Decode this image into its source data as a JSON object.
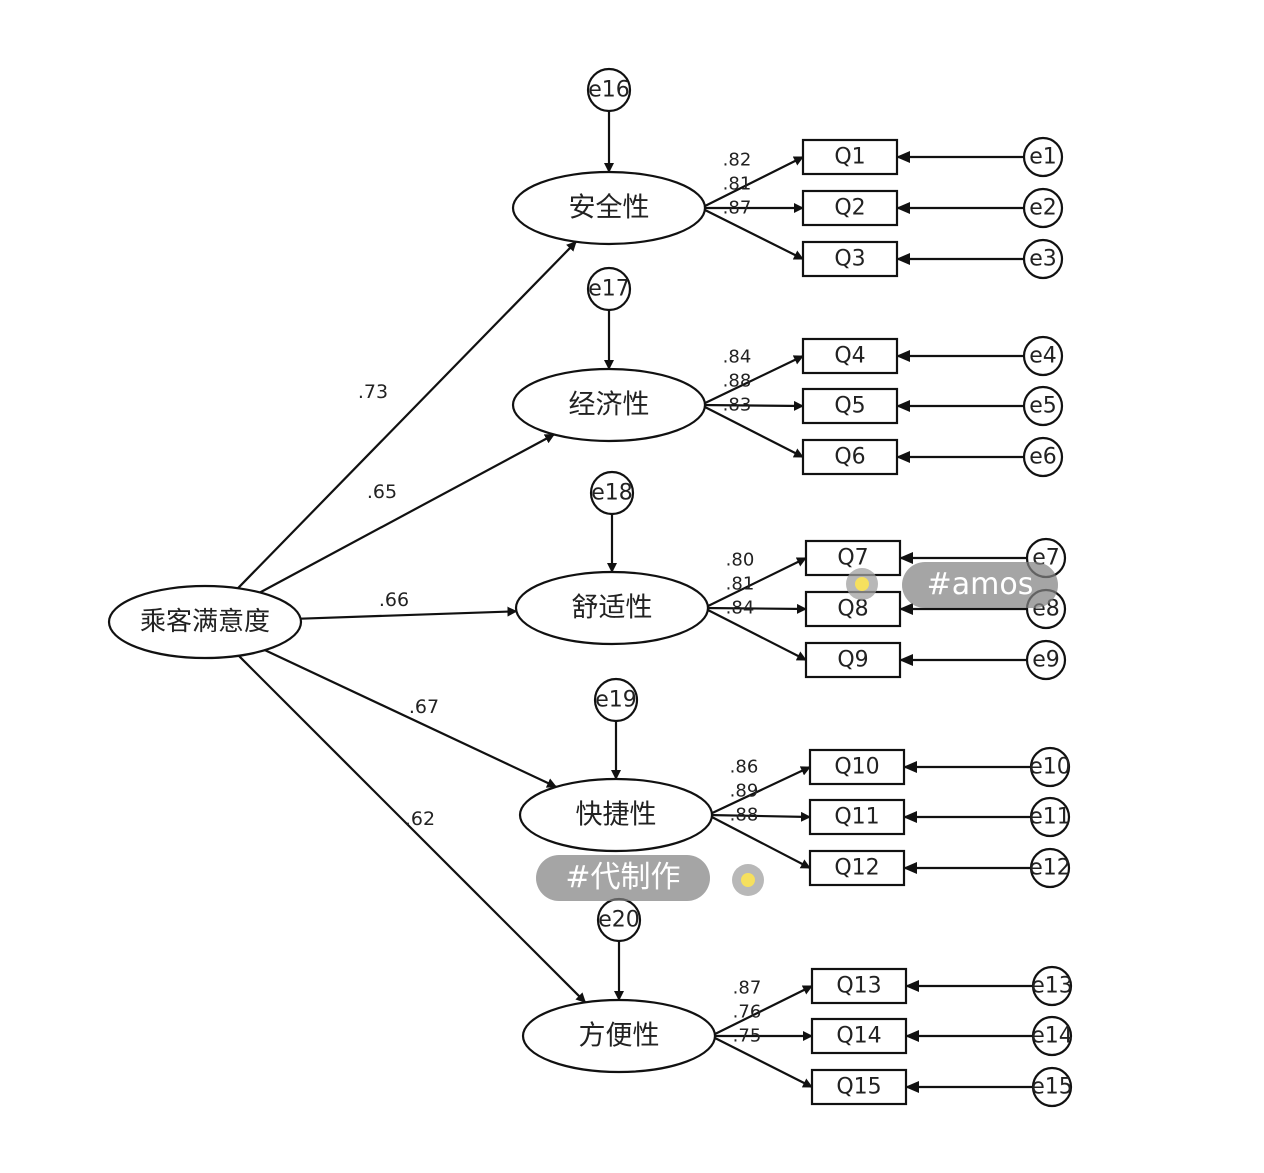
{
  "diagram": {
    "root": {
      "label": "乘客满意度"
    },
    "factors": [
      {
        "name": "安全性",
        "error": "e16",
        "path": ".73",
        "items": [
          {
            "label": "Q1",
            "loading": ".82",
            "error": "e1"
          },
          {
            "label": "Q2",
            "loading": ".81",
            "error": "e2"
          },
          {
            "label": "Q3",
            "loading": ".87",
            "error": "e3"
          }
        ]
      },
      {
        "name": "经济性",
        "error": "e17",
        "path": ".65",
        "items": [
          {
            "label": "Q4",
            "loading": ".84",
            "error": "e4"
          },
          {
            "label": "Q5",
            "loading": ".88",
            "error": "e5"
          },
          {
            "label": "Q6",
            "loading": ".83",
            "error": "e6"
          }
        ]
      },
      {
        "name": "舒适性",
        "error": "e18",
        "path": ".66",
        "items": [
          {
            "label": "Q7",
            "loading": ".80",
            "error": "e7"
          },
          {
            "label": "Q8",
            "loading": ".81",
            "error": "e8"
          },
          {
            "label": "Q9",
            "loading": ".84",
            "error": "e9"
          }
        ]
      },
      {
        "name": "快捷性",
        "error": "e19",
        "path": ".67",
        "items": [
          {
            "label": "Q10",
            "loading": ".86",
            "error": "e10"
          },
          {
            "label": "Q11",
            "loading": ".89",
            "error": "e11"
          },
          {
            "label": "Q12",
            "loading": ".88",
            "error": "e12"
          }
        ]
      },
      {
        "name": "方便性",
        "error": "e20",
        "path": ".62",
        "items": [
          {
            "label": "Q13",
            "loading": ".87",
            "error": "e13"
          },
          {
            "label": "Q14",
            "loading": ".76",
            "error": "e14"
          },
          {
            "label": "Q15",
            "loading": ".75",
            "error": "e15"
          }
        ]
      }
    ]
  },
  "tags": {
    "amos": "#amos",
    "service": "#代制作"
  },
  "colors": {
    "stroke": "#111111",
    "text": "#222222",
    "tag_bg": "#8a8a8a",
    "tag_dot": "#f6e05e"
  }
}
